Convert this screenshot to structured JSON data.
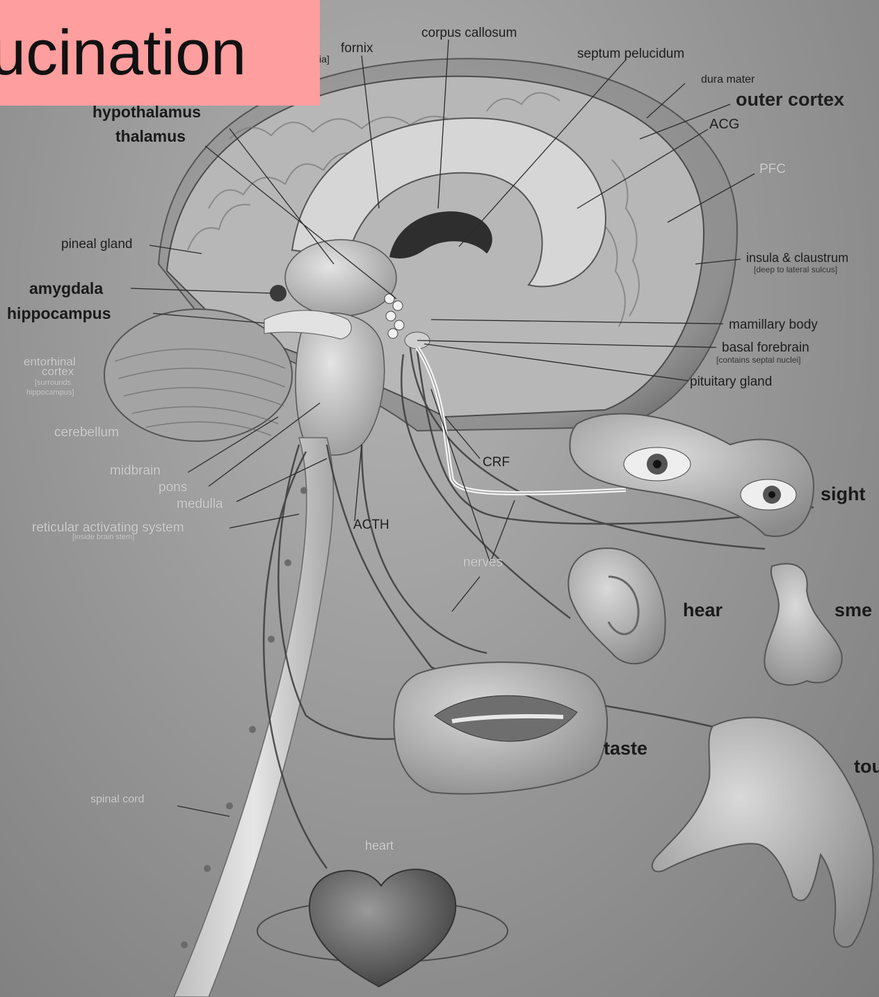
{
  "title": "ucination",
  "title_fragment_partial": "ia]",
  "labels": {
    "corpus_callosum": "corpus callosum",
    "fornix": "fornix",
    "septum_pelucidum": "septum pelucidum",
    "dura_mater": "dura mater",
    "outer_cortex": "outer cortex",
    "acg": "ACG",
    "pfc": "PFC",
    "hypothalamus": "hypothalamus",
    "thalamus": "thalamus",
    "pineal_gland": "pineal gland",
    "amygdala": "amygdala",
    "hippocampus": "hippocampus",
    "insula": "insula & claustrum",
    "insula_note": "[deep to lateral sulcus]",
    "mamillary_body": "mamillary body",
    "basal_forebrain": "basal forebrain",
    "basal_forebrain_note": "[contains septal nuclei]",
    "pituitary_gland": "pituitary gland",
    "entorhinal_1": "entorhinal",
    "entorhinal_2": "cortex",
    "entorhinal_note_1": "[surrounds",
    "entorhinal_note_2": "hippocampus]",
    "cerebellum": "cerebellum",
    "midbrain": "midbrain",
    "pons": "pons",
    "medulla": "medulla",
    "ras": "reticular activating system",
    "ras_note": "[inside brain stem]",
    "crf": "CRF",
    "acth": "ACTH",
    "nerves": "nerves",
    "spinal_cord": "spinal cord",
    "heart": "heart"
  },
  "senses": {
    "sight": "sight",
    "hear": "hear",
    "smell": "sme",
    "taste": "taste",
    "touch": "tou"
  },
  "colors": {
    "title_bg": "#ff9e9e",
    "background": "#9a9a9a"
  }
}
